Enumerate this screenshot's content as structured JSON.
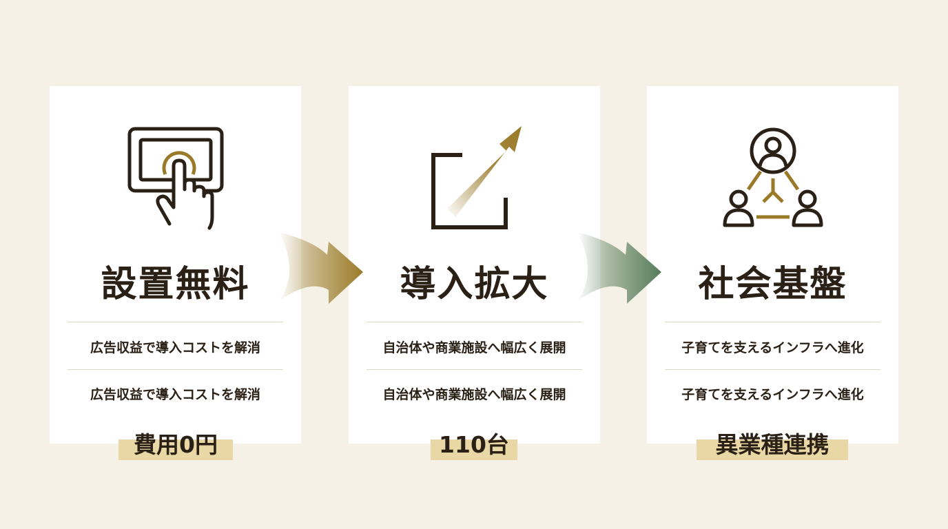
{
  "steps": [
    {
      "title": "設置無料",
      "descriptions": [
        "広告収益で導入コストを解消",
        "広告収益で導入コストを解消"
      ],
      "highlight": "費用0円",
      "icon": "touch-screen-icon"
    },
    {
      "title": "導入拡大",
      "descriptions": [
        "自治体や商業施設へ幅広く展開",
        "自治体や商業施設へ幅広く展開"
      ],
      "highlight": "110台",
      "icon": "growth-arrow-icon"
    },
    {
      "title": "社会基盤",
      "descriptions": [
        "子育てを支えるインフラへ進化",
        "子育てを支えるインフラへ進化"
      ],
      "highlight": "異業種連携",
      "icon": "community-network-icon"
    }
  ],
  "colors": {
    "background": "#f5f1e7",
    "card": "#ffffff",
    "text": "#2a2016",
    "gold": "#9a7a28",
    "green": "#557a58",
    "highlight": "#e9d8a6"
  }
}
